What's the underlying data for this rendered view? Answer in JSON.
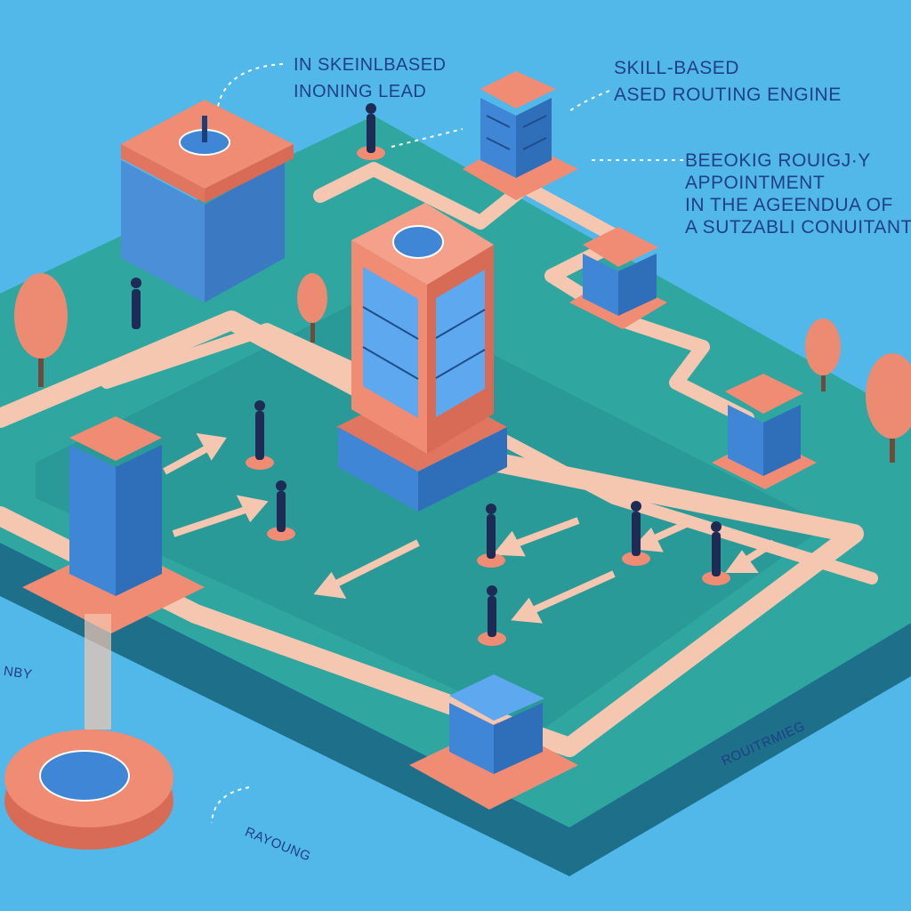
{
  "labels": {
    "top_left": [
      "IN SKEINLBASED",
      "INONING LEAD"
    ],
    "skill_based": [
      "SKILL-BASED",
      "ASED ROUTING ENGINE"
    ],
    "booking": [
      "BEEOKIG ROUIGJ·Y",
      "APPOINTMENT",
      "IN THE AGEENDUA OF",
      "A SUTZABLI CONUITANT"
    ],
    "left_edge": "NBY",
    "bottom": "RAYOUNG",
    "right": "ROUITRMIEG"
  },
  "colors": {
    "background": "#52b8ea",
    "board_top": "#2fa6a0",
    "board_side": "#1d6f8a",
    "path": "#f5c7b0",
    "building_roof": "#f08b74",
    "building_glass": "#3f86d6",
    "tree": "#ec8a72",
    "text": "#1f3f86"
  }
}
